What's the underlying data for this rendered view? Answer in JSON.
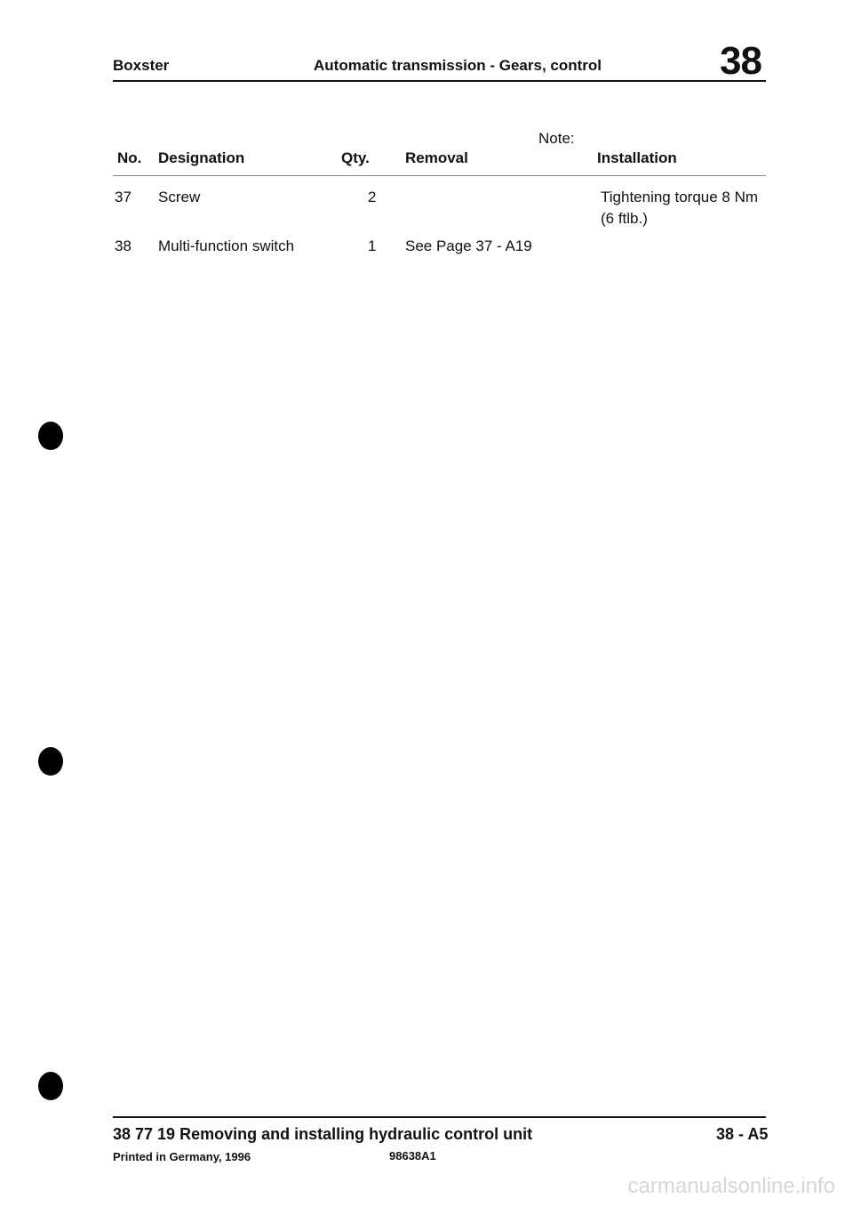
{
  "header": {
    "model": "Boxster",
    "section_title": "Automatic transmission - Gears, control",
    "group_number": "38"
  },
  "table": {
    "note_label": "Note:",
    "columns": {
      "no": "No.",
      "designation": "Designation",
      "qty": "Qty.",
      "removal": "Removal",
      "installation": "Installation"
    },
    "rows": [
      {
        "no": "37",
        "designation": "Screw",
        "qty": "2",
        "removal": "",
        "installation_line1": "Tightening torque 8 Nm",
        "installation_line2": "(6 ftlb.)"
      },
      {
        "no": "38",
        "designation": "Multi-function switch",
        "qty": "1",
        "removal": "See Page 37 - A19",
        "installation_line1": "",
        "installation_line2": ""
      }
    ]
  },
  "footer": {
    "procedure_title": "38 77 19 Removing and installing hydraulic control unit",
    "page_ref": "38 - A5",
    "printed": "Printed in Germany, 1996",
    "doc_code": "98638A1"
  },
  "watermark": "carmanualsonline.info"
}
